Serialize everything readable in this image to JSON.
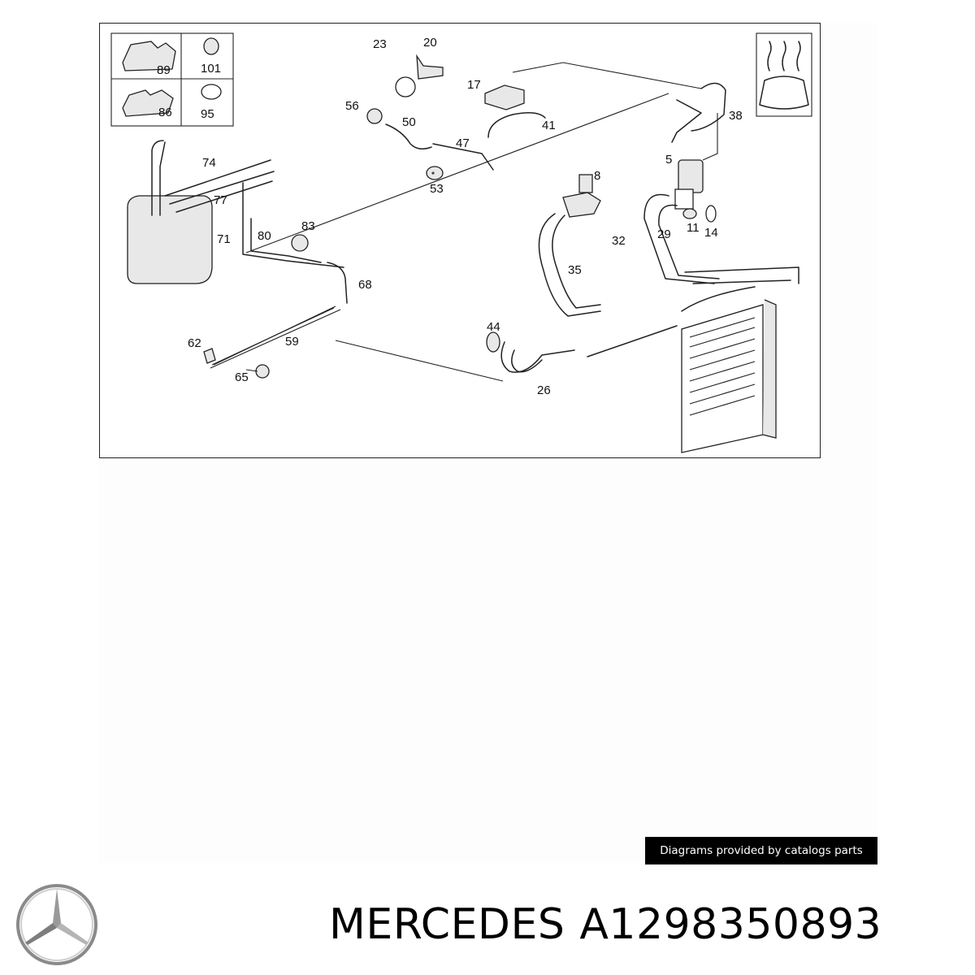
{
  "diagram": {
    "callouts": [
      "89",
      "101",
      "86",
      "95",
      "23",
      "20",
      "17",
      "56",
      "50",
      "47",
      "41",
      "38",
      "5",
      "74",
      "77",
      "8",
      "53",
      "83",
      "71",
      "80",
      "32",
      "29",
      "11",
      "14",
      "68",
      "35",
      "44",
      "62",
      "59",
      "65",
      "26"
    ]
  },
  "credit": {
    "text": "Diagrams provided by catalogs parts"
  },
  "brand": {
    "name": "MERCEDES",
    "logo": "mercedes-star-logo"
  },
  "part": {
    "number": "A1298350893"
  }
}
